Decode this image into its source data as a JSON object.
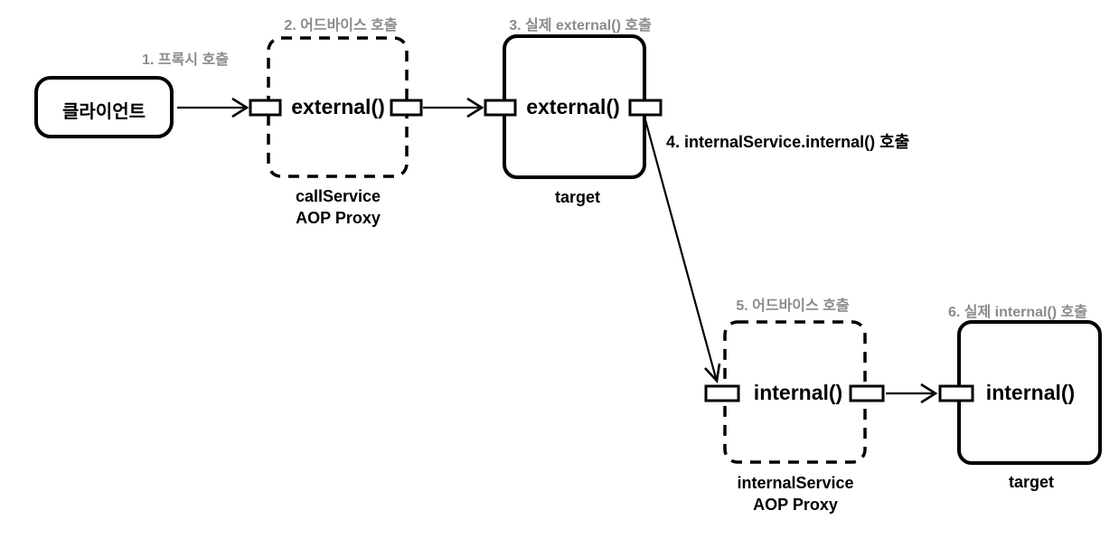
{
  "nodes": {
    "client": {
      "label": "클라이언트"
    },
    "proxy1": {
      "method": "external()",
      "caption_line1": "callService",
      "caption_line2": "AOP Proxy"
    },
    "target1": {
      "method": "external()",
      "caption": "target"
    },
    "proxy2": {
      "method": "internal()",
      "caption_line1": "internalService",
      "caption_line2": "AOP Proxy"
    },
    "target2": {
      "method": "internal()",
      "caption": "target"
    }
  },
  "steps": {
    "step1": "1. 프록시 호출",
    "step2": "2. 어드바이스 호출",
    "step3": "3. 실제 external() 호출",
    "step4": "4. internalService.internal() 호출",
    "step5": "5. 어드바이스 호출",
    "step6": "6. 실제 internal() 호출"
  },
  "colors": {
    "line": "#000000",
    "muted_label": "#8b8b8b",
    "background": "#ffffff"
  }
}
